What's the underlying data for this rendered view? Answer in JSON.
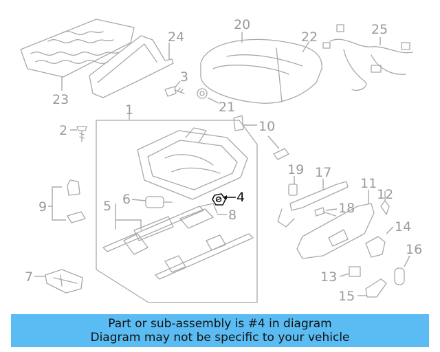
{
  "diagram": {
    "highlighted_part": "4",
    "highlight_color": "#111111",
    "part_color": "#a8a8a8",
    "labels": [
      {
        "id": "1",
        "text": "1"
      },
      {
        "id": "2",
        "text": "2"
      },
      {
        "id": "3",
        "text": "3"
      },
      {
        "id": "4",
        "text": "4"
      },
      {
        "id": "5",
        "text": "5"
      },
      {
        "id": "6",
        "text": "6"
      },
      {
        "id": "7",
        "text": "7"
      },
      {
        "id": "8",
        "text": "8"
      },
      {
        "id": "9",
        "text": "9"
      },
      {
        "id": "10",
        "text": "10"
      },
      {
        "id": "11",
        "text": "11"
      },
      {
        "id": "12",
        "text": "12"
      },
      {
        "id": "13",
        "text": "13"
      },
      {
        "id": "14",
        "text": "14"
      },
      {
        "id": "15",
        "text": "15"
      },
      {
        "id": "16",
        "text": "16"
      },
      {
        "id": "17",
        "text": "17"
      },
      {
        "id": "18",
        "text": "18"
      },
      {
        "id": "19",
        "text": "19"
      },
      {
        "id": "20",
        "text": "20"
      },
      {
        "id": "21",
        "text": "21"
      },
      {
        "id": "22",
        "text": "22"
      },
      {
        "id": "23",
        "text": "23"
      },
      {
        "id": "24",
        "text": "24"
      },
      {
        "id": "25",
        "text": "25"
      }
    ]
  },
  "banner": {
    "line1": "Part or sub-assembly is #4 in diagram",
    "line2": "Diagram may not be specific to your vehicle",
    "background": "#5bbcf3"
  }
}
